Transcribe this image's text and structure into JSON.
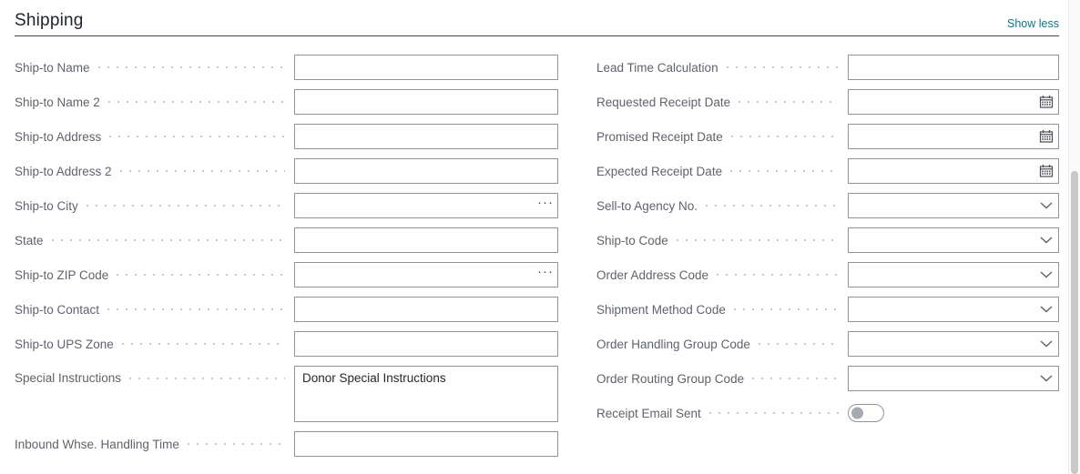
{
  "section": {
    "title": "Shipping",
    "show_less_label": "Show less"
  },
  "left_fields": [
    {
      "label": "Ship-to Name",
      "type": "text",
      "value": ""
    },
    {
      "label": "Ship-to Name 2",
      "type": "text",
      "value": ""
    },
    {
      "label": "Ship-to Address",
      "type": "text",
      "value": ""
    },
    {
      "label": "Ship-to Address 2",
      "type": "text",
      "value": ""
    },
    {
      "label": "Ship-to City",
      "type": "assist",
      "value": ""
    },
    {
      "label": "State",
      "type": "text",
      "value": ""
    },
    {
      "label": "Ship-to ZIP Code",
      "type": "assist",
      "value": ""
    },
    {
      "label": "Ship-to Contact",
      "type": "text",
      "value": ""
    },
    {
      "label": "Ship-to UPS Zone",
      "type": "text",
      "value": ""
    },
    {
      "label": "Special Instructions",
      "type": "textarea",
      "value": "Donor Special Instructions"
    },
    {
      "label": "Inbound Whse. Handling Time",
      "type": "text",
      "value": ""
    }
  ],
  "right_fields": [
    {
      "label": "Lead Time Calculation",
      "type": "text",
      "value": ""
    },
    {
      "label": "Requested Receipt Date",
      "type": "date",
      "value": ""
    },
    {
      "label": "Promised Receipt Date",
      "type": "date",
      "value": ""
    },
    {
      "label": "Expected Receipt Date",
      "type": "date",
      "value": ""
    },
    {
      "label": "Sell-to Agency No.",
      "type": "select",
      "value": ""
    },
    {
      "label": "Ship-to Code",
      "type": "select",
      "value": ""
    },
    {
      "label": "Order Address Code",
      "type": "select",
      "value": ""
    },
    {
      "label": "Shipment Method Code",
      "type": "select",
      "value": ""
    },
    {
      "label": "Order Handling Group Code",
      "type": "select",
      "value": ""
    },
    {
      "label": "Order Routing Group Code",
      "type": "select",
      "value": ""
    },
    {
      "label": "Receipt Email Sent",
      "type": "toggle",
      "value": "off"
    }
  ],
  "icons": {
    "date": "calendar-icon",
    "select": "chevron-down-icon",
    "assist": "ellipsis-icon",
    "ellipsis_glyph": "···"
  },
  "colors": {
    "link": "#0d7889",
    "border": "#8f939b",
    "label": "#5f6369",
    "rule": "#3d4a56",
    "dot": "#c6cace",
    "text": "#24282d",
    "knob": "#a6abb2"
  }
}
